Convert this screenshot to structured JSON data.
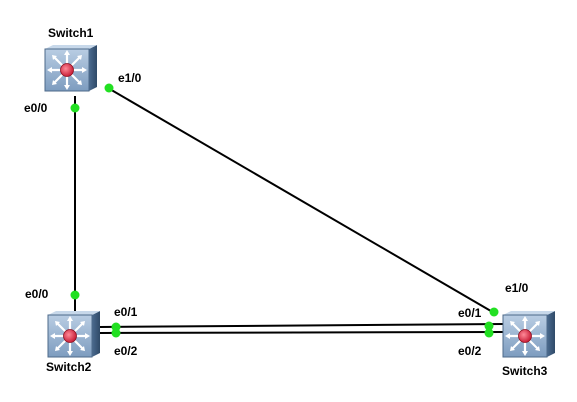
{
  "colors": {
    "background": "#ffffff",
    "link": "#000000",
    "port_up": "#22e022",
    "switch_body": "#5d7fa3",
    "switch_light": "#9fbad6",
    "switch_core": "#e0304a"
  },
  "icons": {
    "switch": "multilayer-switch-icon"
  },
  "nodes": [
    {
      "name": "Switch1"
    },
    {
      "name": "Switch2"
    },
    {
      "name": "Switch3"
    }
  ],
  "ports": {
    "sw1_e0_0": "e0/0",
    "sw1_e1_0": "e1/0",
    "sw2_e0_0": "e0/0",
    "sw2_e0_1": "e0/1",
    "sw2_e0_2": "e0/2",
    "sw3_e1_0": "e1/0",
    "sw3_e0_1": "e0/1",
    "sw3_e0_2": "e0/2"
  }
}
